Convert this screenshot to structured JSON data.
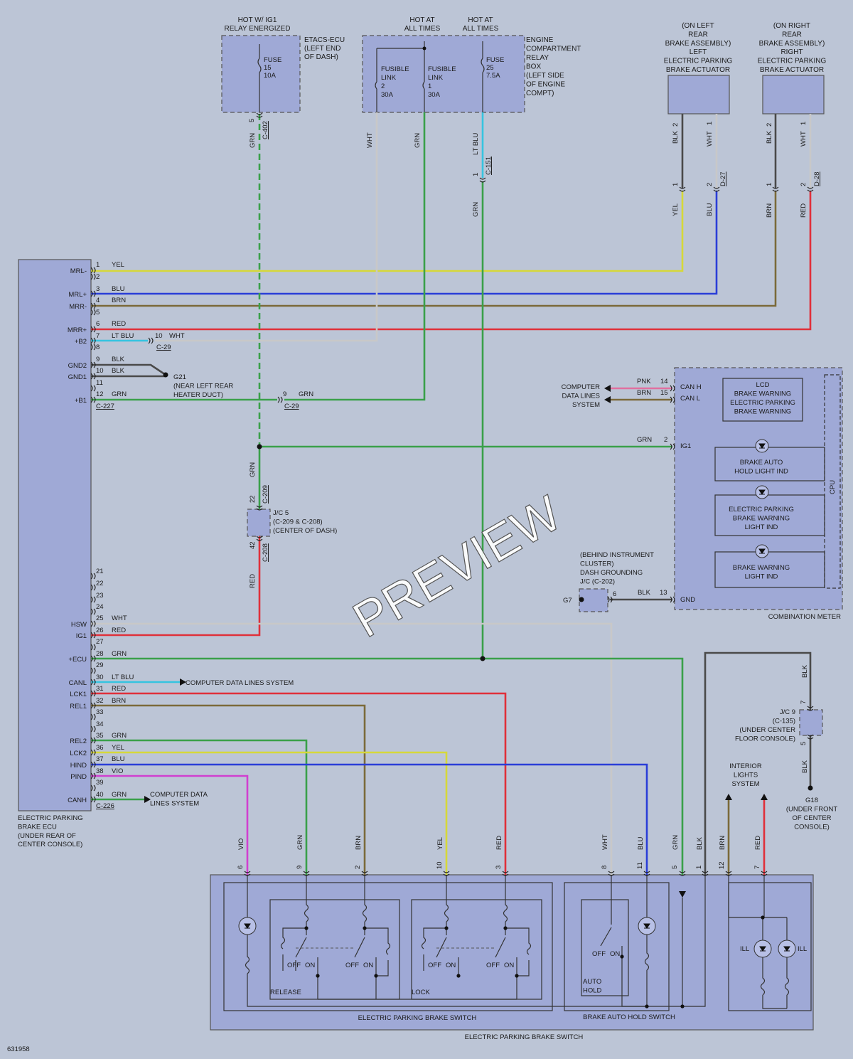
{
  "watermark": "PREVIEW",
  "figure_id": "631958",
  "colors": {
    "YEL": "#d6d83a",
    "BLU": "#2a3ed8",
    "BRN": "#7b6a3a",
    "RED": "#e0303a",
    "LT BLU": "#36c4e0",
    "WHT": "#c8c8c8",
    "BLK": "#4a4a4a",
    "GRN": "#3aa04a",
    "VIO": "#d040d0",
    "PNK": "#e070a0",
    "box_fill": "#9fa9d6",
    "background": "#bcc5d6"
  },
  "top": {
    "ig1_header": [
      "HOT W/ IG1",
      "RELAY ENERGIZED"
    ],
    "etacs_label": [
      "ETACS-ECU",
      "(LEFT END",
      "OF DASH)"
    ],
    "fuse15": [
      "FUSE",
      "15",
      "10A"
    ],
    "hot_at_all_times": [
      "HOT AT",
      "ALL TIMES"
    ],
    "fusible2": [
      "FUSIBLE",
      "LINK",
      "2",
      "30A"
    ],
    "fusible1": [
      "FUSIBLE",
      "LINK",
      "1",
      "30A"
    ],
    "fuse25": [
      "FUSE",
      "25",
      "7.5A"
    ],
    "engine_box_label": [
      "ENGINE",
      "COMPARTMENT",
      "RELAY",
      "BOX",
      "(LEFT SIDE",
      "OF ENGINE",
      "COMPT)"
    ],
    "left_actuator": [
      "(ON LEFT",
      "REAR",
      "BRAKE ASSEMBLY)",
      "LEFT",
      "ELECTRIC PARKING",
      "BRAKE ACTUATOR"
    ],
    "right_actuator": [
      "(ON RIGHT",
      "REAR",
      "BRAKE ASSEMBLY)",
      "RIGHT",
      "ELECTRIC PARKING",
      "BRAKE ACTUATOR"
    ]
  },
  "connectors": {
    "c402": "C-402",
    "c151": "C-151",
    "d27": "D-27",
    "d28": "D-28",
    "c29": "C-29",
    "c227": "C-227",
    "c209": "C-209",
    "c208": "C-208",
    "c226": "C-226"
  },
  "ecu": {
    "pin_labels": [
      "MRL-",
      "MRL+",
      "MRR-",
      "MRR+",
      "+B2",
      "GND2",
      "GND1",
      "+B1",
      "HSW",
      "IG1",
      "+ECU",
      "CANL",
      "LCK1",
      "REL1",
      "REL2",
      "LCK2",
      "HIND",
      "PIND",
      "CANH"
    ],
    "label": [
      "ELECTRIC PARKING",
      "BRAKE ECU",
      "(UNDER REAR OF",
      "CENTER CONSOLE)"
    ],
    "g21": [
      "G21",
      "(NEAR LEFT REAR",
      "HEATER DUCT)"
    ],
    "data_lines_30": "COMPUTER DATA LINES SYSTEM",
    "data_lines_40": [
      "COMPUTER DATA",
      "LINES SYSTEM"
    ]
  },
  "jc5": [
    "J/C 5",
    "(C-209 & C-208)",
    "(CENTER OF DASH)"
  ],
  "meter": {
    "data_lines": [
      "COMPUTER",
      "DATA LINES",
      "SYSTEM"
    ],
    "can_h": "CAN H",
    "can_l": "CAN L",
    "ig1": "IG1",
    "gnd": "GND",
    "cpu": "CPU",
    "lcd": [
      "LCD",
      "BRAKE WARNING",
      "ELECTRIC PARKING",
      "BRAKE WARNING"
    ],
    "auto_hold": [
      "BRAKE AUTO",
      "HOLD LIGHT IND"
    ],
    "epb_warn": [
      "ELECTRIC PARKING",
      "BRAKE WARNING",
      "LIGHT IND"
    ],
    "brake_warn": [
      "BRAKE WARNING",
      "LIGHT IND"
    ],
    "label": "COMBINATION METER",
    "grounding": [
      "(BEHIND INSTRUMENT",
      "CLUSTER)",
      "DASH GROUNDING",
      "J/C (C-202)"
    ],
    "g7": "G7"
  },
  "right_side": {
    "jc9": [
      "J/C 9",
      "(C-135)",
      "(UNDER CENTER",
      "FLOOR CONSOLE)"
    ],
    "g18": [
      "G18",
      "(UNDER FRONT",
      "OF CENTER",
      "CONSOLE)"
    ],
    "interior": [
      "INTERIOR",
      "LIGHTS",
      "SYSTEM"
    ]
  },
  "switch": {
    "release": "RELEASE",
    "lock": "LOCK",
    "off": "OFF",
    "on": "ON",
    "auto_hold": [
      "AUTO",
      "HOLD"
    ],
    "ill": "ILL",
    "epb_switch_inner": "ELECTRIC PARKING BRAKE SWITCH",
    "auto_hold_switch": "BRAKE AUTO HOLD SWITCH",
    "epb_switch_outer": "ELECTRIC PARKING BRAKE SWITCH"
  }
}
